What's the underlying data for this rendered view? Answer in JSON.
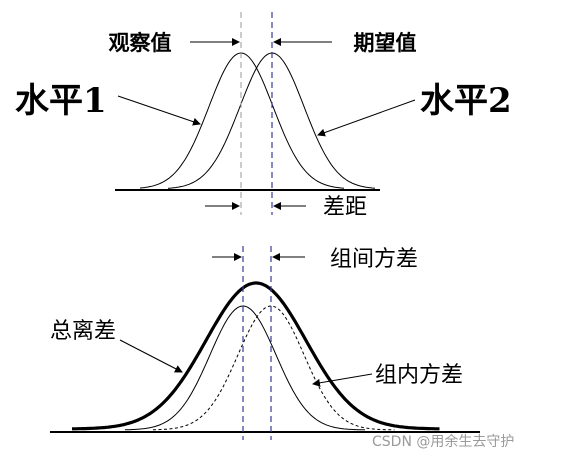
{
  "top_panel": {
    "label_observed": "观察值",
    "label_expected": "期望值",
    "label_level1": "水平1",
    "label_level2": "水平2",
    "label_gap": "差距"
  },
  "bottom_panel": {
    "label_between": "组间方差",
    "label_total": "总离差",
    "label_within": "组内方差"
  },
  "watermark": "CSDN @用余生去守护",
  "colors": {
    "ink": "#000000",
    "dash_blue": "#3a3a9a",
    "dash_gray": "#999999",
    "watermark": "#9a9a9a"
  }
}
